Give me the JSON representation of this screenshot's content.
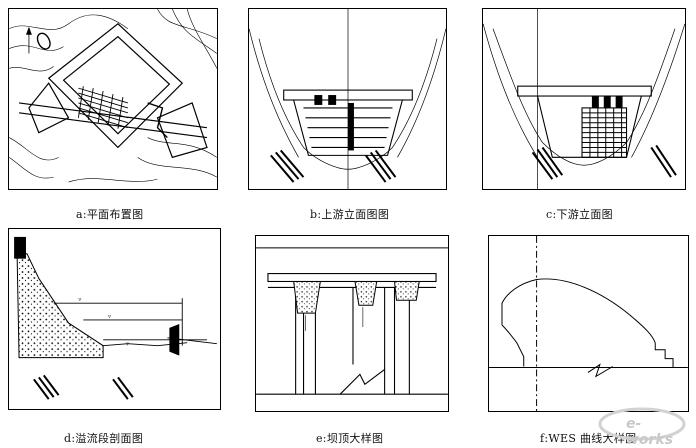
{
  "panels": [
    {
      "id": "a",
      "caption": "a:平面布置图"
    },
    {
      "id": "b",
      "caption": "b:上游立面图图"
    },
    {
      "id": "c",
      "caption": "c:下游立面图"
    },
    {
      "id": "d",
      "caption": "d:溢流段剖面图"
    },
    {
      "id": "e",
      "caption": "e:坝顶大样图"
    },
    {
      "id": "f",
      "caption": "f:WES 曲线大样图"
    }
  ],
  "watermark": {
    "text": "e-works"
  }
}
